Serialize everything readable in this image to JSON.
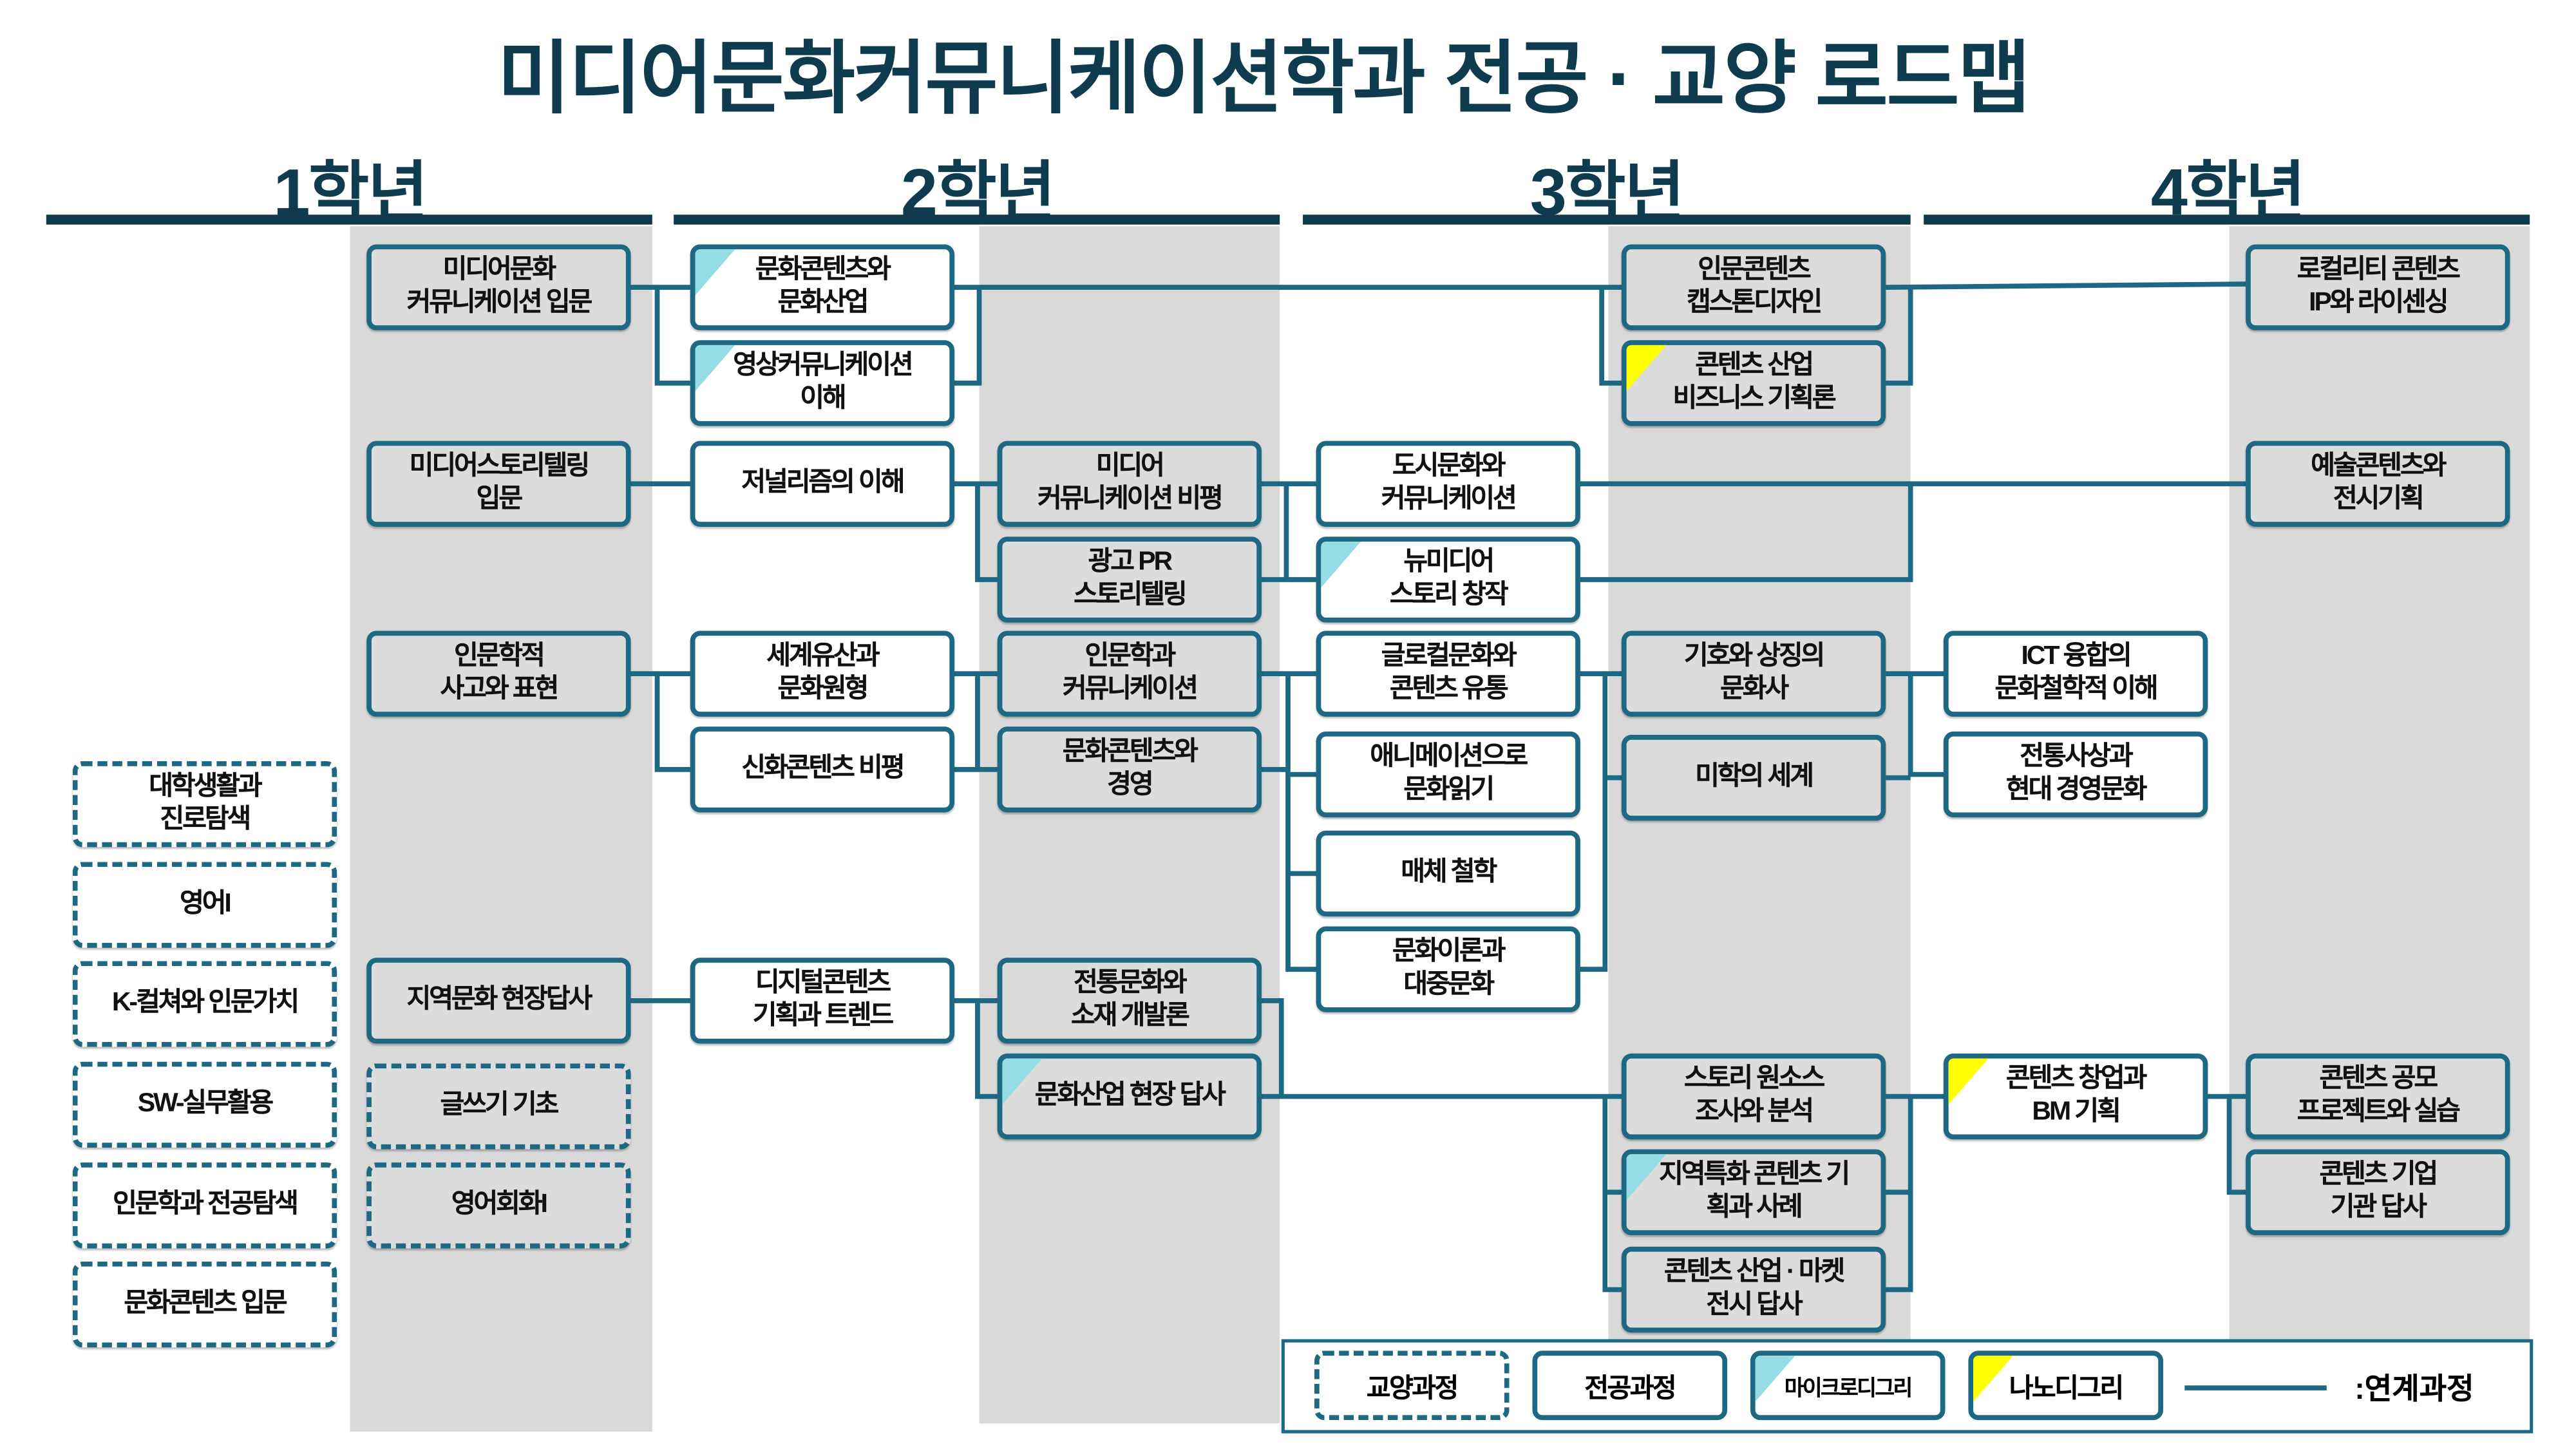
{
  "title": "미디어문화커뮤니케이션학과 전공 · 교양 로드맵",
  "years": [
    "1학년",
    "2학년",
    "3학년",
    "4학년"
  ],
  "colors": {
    "line": "#1d6883",
    "micro": "#96dce4",
    "nano": "#ffff00",
    "title": "#0f3b4f",
    "column_bg": "#d9d9d9"
  },
  "courses": [
    {
      "label": "미디어문화\n커뮤니케이션 입문",
      "kind": "major"
    },
    {
      "label": "미디어스토리텔링\n입문",
      "kind": "major"
    },
    {
      "label": "인문학적\n사고와 표현",
      "kind": "major"
    },
    {
      "label": "지역문화 현장답사",
      "kind": "major"
    },
    {
      "label": "글쓰기 기초",
      "kind": "general"
    },
    {
      "label": "영어회화I",
      "kind": "general"
    },
    {
      "label": "대학생활과\n진로탐색",
      "kind": "general"
    },
    {
      "label": "영어I",
      "kind": "general"
    },
    {
      "label": "K-컬쳐와 인문가치",
      "kind": "general"
    },
    {
      "label": "SW-실무활용",
      "kind": "general"
    },
    {
      "label": "인문학과 전공탐색",
      "kind": "general"
    },
    {
      "label": "문화콘텐츠 입문",
      "kind": "general"
    },
    {
      "label": "문화콘텐츠와\n문화산업",
      "kind": "major",
      "badge": "micro"
    },
    {
      "label": "영상커뮤니케이션\n이해",
      "kind": "major",
      "badge": "micro"
    },
    {
      "label": "저널리즘의 이해",
      "kind": "major"
    },
    {
      "label": "세계유산과\n문화원형",
      "kind": "major"
    },
    {
      "label": "신화콘텐츠 비평",
      "kind": "major"
    },
    {
      "label": "디지털콘텐츠\n기획과 트렌드",
      "kind": "major"
    },
    {
      "label": "미디어\n커뮤니케이션 비평",
      "kind": "major"
    },
    {
      "label": "광고 PR\n스토리텔링",
      "kind": "major"
    },
    {
      "label": "인문학과\n커뮤니케이션",
      "kind": "major"
    },
    {
      "label": "문화콘텐츠와\n경영",
      "kind": "major"
    },
    {
      "label": "전통문화와\n소재 개발론",
      "kind": "major"
    },
    {
      "label": "문화산업 현장 답사",
      "kind": "major",
      "badge": "micro"
    },
    {
      "label": "도시문화와\n커뮤니케이션",
      "kind": "major"
    },
    {
      "label": "뉴미디어\n스토리 창작",
      "kind": "major",
      "badge": "micro"
    },
    {
      "label": "글로컬문화와\n콘텐츠 유통",
      "kind": "major"
    },
    {
      "label": "애니메이션으로\n문화읽기",
      "kind": "major"
    },
    {
      "label": "매체 철학",
      "kind": "major"
    },
    {
      "label": "문화이론과\n대중문화",
      "kind": "major"
    },
    {
      "label": "인문콘텐츠\n캡스톤디자인",
      "kind": "major"
    },
    {
      "label": "콘텐츠 산업\n비즈니스 기획론",
      "kind": "major",
      "badge": "nano"
    },
    {
      "label": "기호와 상징의\n문화사",
      "kind": "major"
    },
    {
      "label": "미학의 세계",
      "kind": "major"
    },
    {
      "label": "스토리 원소스\n조사와 분석",
      "kind": "major"
    },
    {
      "label": "지역특화 콘텐츠 기\n획과 사례",
      "kind": "major",
      "badge": "micro"
    },
    {
      "label": "콘텐츠 산업 · 마켓\n전시 답사",
      "kind": "major"
    },
    {
      "label": "ICT 융합의\n문화철학적 이해",
      "kind": "major"
    },
    {
      "label": "전통사상과\n현대 경영문화",
      "kind": "major"
    },
    {
      "label": "콘텐츠 창업과\nBM 기획",
      "kind": "major",
      "badge": "nano"
    },
    {
      "label": "로컬리티 콘텐츠\nIP와 라이센싱",
      "kind": "major"
    },
    {
      "label": "예술콘텐츠와\n전시기획",
      "kind": "major"
    },
    {
      "label": "콘텐츠 공모\n프로젝트와 실습",
      "kind": "major"
    },
    {
      "label": "콘텐츠 기업\n기관 답사",
      "kind": "major"
    }
  ],
  "legend": {
    "general": "교양과정",
    "major": "전공과정",
    "micro": "마이크로디그리",
    "nano": "나노디그리",
    "linked": ":연계과정"
  }
}
